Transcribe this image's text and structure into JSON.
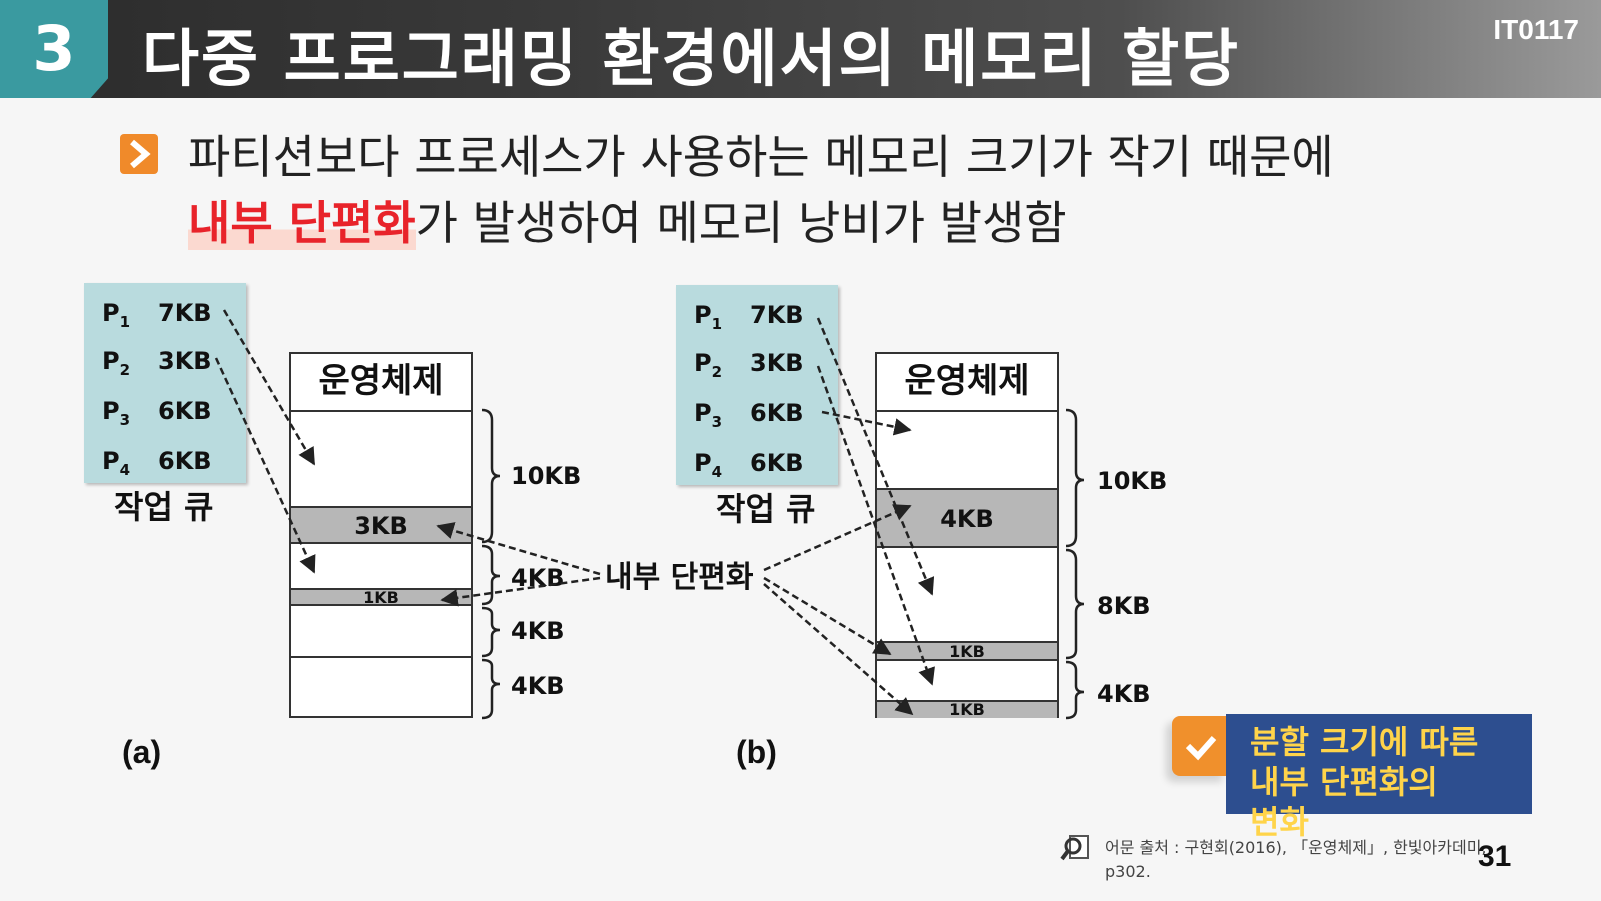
{
  "header": {
    "chapter_number": "3",
    "title": "다중 프로그래밍 환경에서의 메모리 할당",
    "course_code": "IT0117"
  },
  "bullet": {
    "line1": "파티션보다 프로세스가 사용하는 메모리 크기가 작기 때문에",
    "highlight": "내부 단편화",
    "line2_rest": "가 발생하여 메모리 낭비가 발생함"
  },
  "diagram_a": {
    "queue": [
      {
        "proc": "P",
        "sub": "1",
        "size": "7KB"
      },
      {
        "proc": "P",
        "sub": "2",
        "size": "3KB"
      },
      {
        "proc": "P",
        "sub": "3",
        "size": "6KB"
      },
      {
        "proc": "P",
        "sub": "4",
        "size": "6KB"
      }
    ],
    "queue_label": "작업 큐",
    "os_label": "운영체제",
    "fragments": [
      "3KB",
      "1KB"
    ],
    "partition_sizes": [
      "10KB",
      "4KB",
      "4KB",
      "4KB"
    ],
    "caption": "(a)"
  },
  "diagram_b": {
    "queue": [
      {
        "proc": "P",
        "sub": "1",
        "size": "7KB"
      },
      {
        "proc": "P",
        "sub": "2",
        "size": "3KB"
      },
      {
        "proc": "P",
        "sub": "3",
        "size": "6KB"
      },
      {
        "proc": "P",
        "sub": "4",
        "size": "6KB"
      }
    ],
    "queue_label": "작업 큐",
    "os_label": "운영체제",
    "fragments": [
      "4KB",
      "1KB",
      "1KB"
    ],
    "partition_sizes": [
      "10KB",
      "8KB",
      "4KB"
    ],
    "caption": "(b)"
  },
  "internal_fragmentation_label": "내부 단편화",
  "callout": {
    "line1": "분할 크기에 따른",
    "line2": "내부 단편화의",
    "line3": "변화"
  },
  "footer": {
    "source": "어문 출처 : 구현회(2016), 「운영체제」, 한빛아카데미, p302.",
    "page_number": "31"
  }
}
